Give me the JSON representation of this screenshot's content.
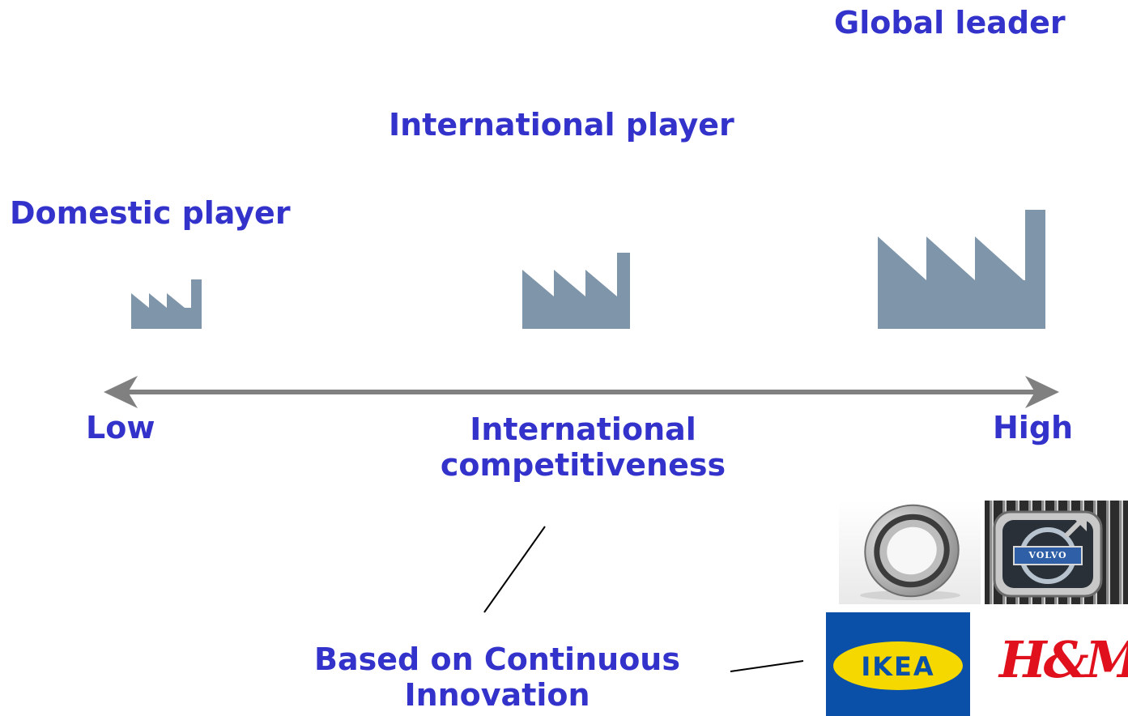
{
  "labels": {
    "global_leader": "Global leader",
    "international_player": "International player",
    "domestic_player": "Domestic player",
    "axis_low": "Low",
    "axis_high": "High",
    "axis_title_line1": "International",
    "axis_title_line2": "competitiveness",
    "innovation_line1": "Based on Continuous",
    "innovation_line2": "Innovation"
  },
  "logos": {
    "volvo_text": "VOLVO",
    "ikea_text": "IKEA",
    "hm_text": "H&M"
  },
  "colors": {
    "label_text": "#3333cc",
    "factory": "#7f95aa",
    "axis_arrow": "#808080",
    "ikea_blue": "#0a4fa8",
    "ikea_yellow": "#f5d800",
    "hm_red": "#e0101c"
  },
  "icons": [
    "factory-icon-small",
    "factory-icon-medium",
    "factory-icon-large",
    "bearing-icon",
    "volvo-logo",
    "ikea-logo",
    "hm-logo"
  ]
}
